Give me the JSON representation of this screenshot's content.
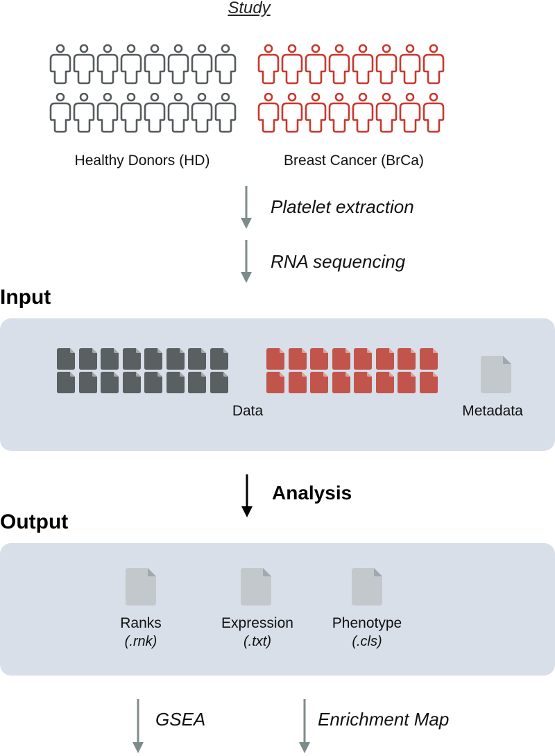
{
  "study": {
    "title": "Study",
    "groups": [
      {
        "label": "Healthy Donors (HD)",
        "color": "#555a5c",
        "count": 16
      },
      {
        "label": "Breast Cancer (BrCa)",
        "color": "#c9382d",
        "count": 16
      }
    ]
  },
  "steps": [
    {
      "label": "Platelet extraction"
    },
    {
      "label": "RNA sequencing"
    }
  ],
  "input": {
    "title": "Input",
    "data_label": "Data",
    "metadata_label": "Metadata",
    "hd_file_color": "#5a6062",
    "brca_file_color": "#c1554c",
    "meta_file_color": "#c3c8cc"
  },
  "analysis": {
    "label": "Analysis"
  },
  "output": {
    "title": "Output",
    "files": [
      {
        "name": "Ranks",
        "ext": "(.rnk)"
      },
      {
        "name": "Expression",
        "ext": "(.txt)"
      },
      {
        "name": "Phenotype",
        "ext": "(.cls)"
      }
    ]
  },
  "next_steps": [
    {
      "label": "GSEA"
    },
    {
      "label": "Enrichment Map"
    }
  ],
  "colors": {
    "panel": "#d8dfe9",
    "step_arrow": "#7c8c8a",
    "analysis_arrow": "#000000"
  }
}
